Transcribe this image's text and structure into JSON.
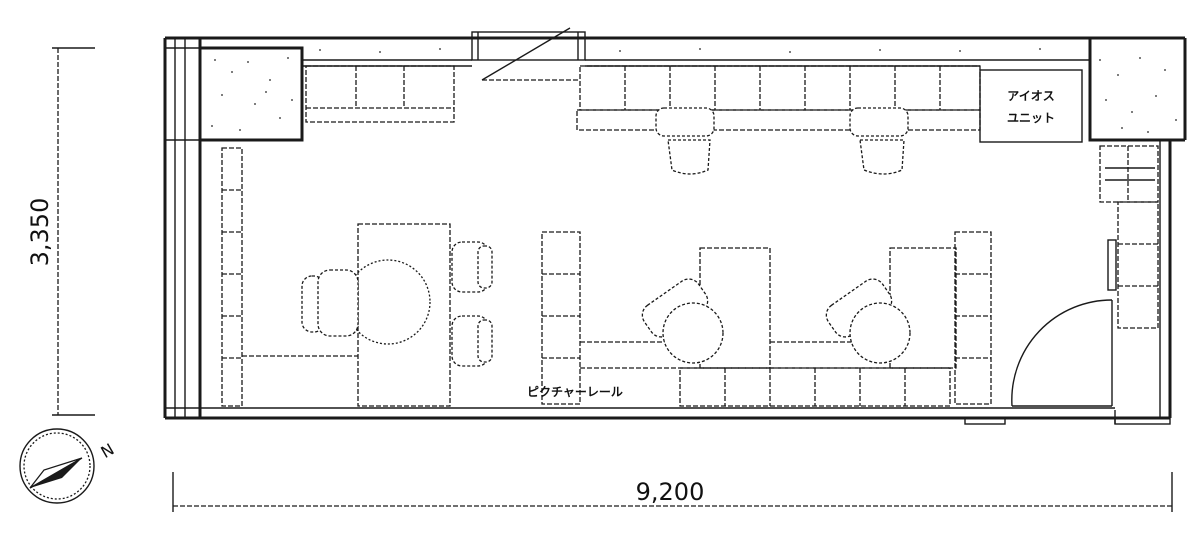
{
  "dimensions": {
    "height": "3,350",
    "width": "9,200"
  },
  "labels": {
    "unit_line1": "アイオス",
    "unit_line2": "ユニット",
    "picture_rail": "ピクチャーレール"
  },
  "compass": {
    "north_letter": "N"
  }
}
